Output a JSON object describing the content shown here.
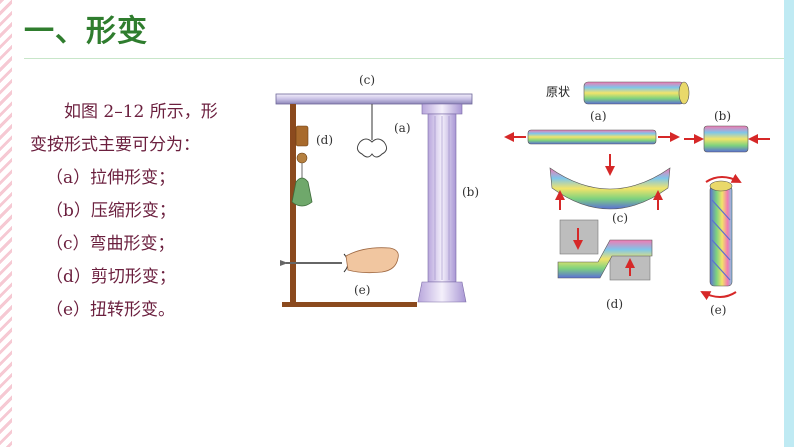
{
  "slide": {
    "title": "一、形变",
    "paragraph": {
      "line1": "如图 2–12 所示，形",
      "line2": "变按形式主要可分为："
    },
    "items": [
      "（a）拉伸形变；",
      "（b）压缩形变；",
      "（c）弯曲形变；",
      "（d）剪切形变；",
      "（e）扭转形变。"
    ]
  },
  "figure_left": {
    "label_c": "(c)",
    "label_a": "(a)",
    "label_d": "(d)",
    "label_b": "(b)",
    "label_e": "(e)"
  },
  "figure_right": {
    "original_label": "原状",
    "label_a": "(a)",
    "label_b": "(b)",
    "label_c": "(c)",
    "label_d": "(d)",
    "label_e": "(e)"
  },
  "colors": {
    "title": "#2f7d2e",
    "text": "#6b1f3e",
    "arrow": "#d62828",
    "wood": "#8b4a1e",
    "pillar": "#cbb8e6"
  }
}
